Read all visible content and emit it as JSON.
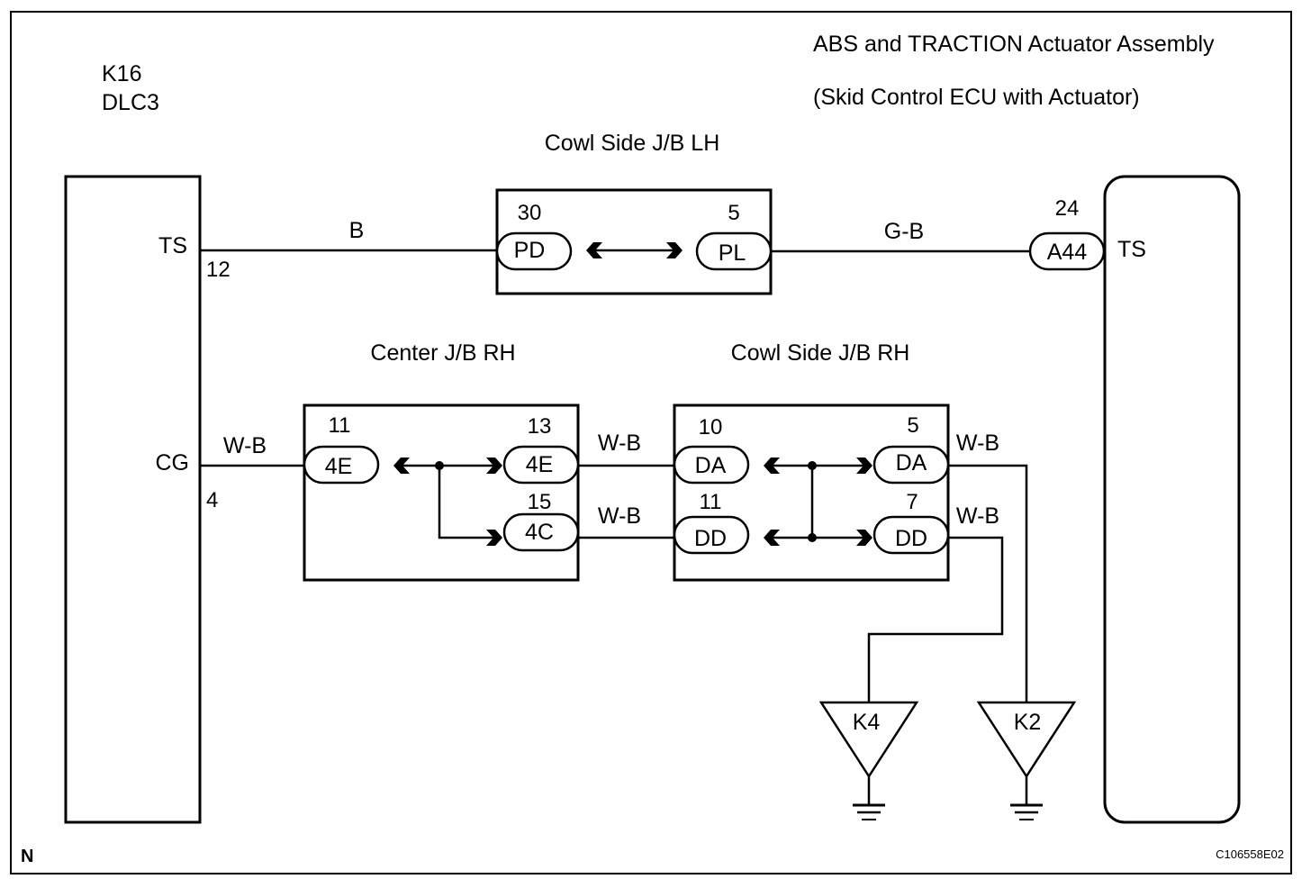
{
  "components": {
    "dlc3": {
      "code": "K16",
      "name": "DLC3"
    },
    "actuator": {
      "title": "ABS and TRACTION Actuator Assembly",
      "subtitle": "(Skid Control ECU with Actuator)"
    },
    "cowl_lh": {
      "label": "Cowl Side J/B LH"
    },
    "center_rh": {
      "label": "Center J/B RH"
    },
    "cowl_rh": {
      "label": "Cowl Side J/B RH"
    }
  },
  "dlc3_pins": {
    "ts": {
      "name": "TS",
      "number": "12"
    },
    "cg": {
      "name": "CG",
      "number": "4"
    }
  },
  "actuator_pin": {
    "name": "TS",
    "number": "24",
    "connector": "A44"
  },
  "connectors": {
    "lh_left": {
      "code": "PD",
      "pin": "30"
    },
    "lh_right": {
      "code": "PL",
      "pin": "5"
    },
    "crh_left": {
      "code": "4E",
      "pin": "11"
    },
    "crh_right_top": {
      "code": "4E",
      "pin": "13"
    },
    "crh_right_bottom": {
      "code": "4C",
      "pin": "15"
    },
    "rh_left_top": {
      "code": "DA",
      "pin": "10"
    },
    "rh_left_bottom": {
      "code": "DD",
      "pin": "11"
    },
    "rh_right_top": {
      "code": "DA",
      "pin": "5"
    },
    "rh_right_bottom": {
      "code": "DD",
      "pin": "7"
    }
  },
  "wires": {
    "ts_to_pd": "B",
    "pl_to_a44": "G-B",
    "cg_to_4e": "W-B",
    "e13_to_da": "W-B",
    "c15_to_dd": "W-B",
    "da_out": "W-B",
    "dd_out": "W-B"
  },
  "grounds": {
    "k4": "K4",
    "k2": "K2"
  },
  "footer": {
    "corner": "N",
    "code": "C106558E02"
  },
  "colors": {
    "line": "#000000",
    "background": "#ffffff"
  }
}
